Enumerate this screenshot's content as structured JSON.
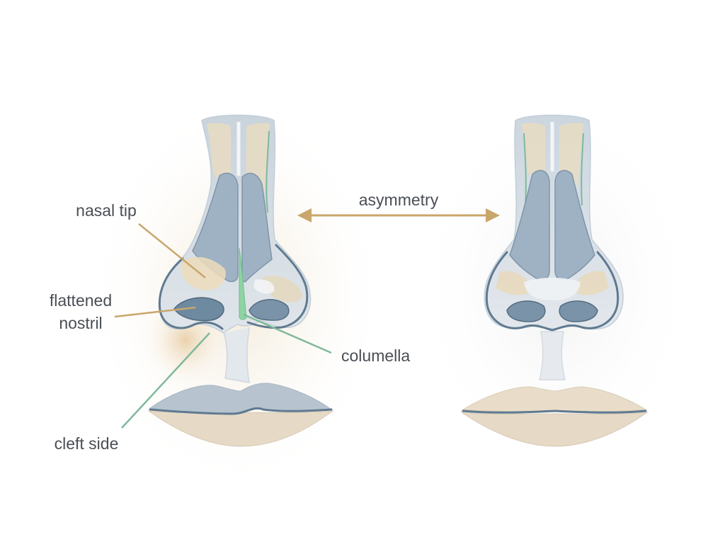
{
  "labels": {
    "asymmetry": "asymmetry",
    "nasal_tip": "nasal tip",
    "flattened_line1": "flattened",
    "flattened_line2": "nostril",
    "columella": "columella",
    "cleft_side": "cleft side"
  },
  "colors": {
    "label_text": "#4a4f55",
    "leader_gold": "#c9a66b",
    "leader_green": "#7fb99a",
    "outline_slate": "#5f7a90",
    "cartilage_fill": "#9fb2c4",
    "skin_fill": "#dbe2e8",
    "beige_tint": "#e8d8b8",
    "lip_lower": "#e6d9c6",
    "lip_upper": "#b7c4cf",
    "cleft_highlight": "#8fd3a3"
  }
}
